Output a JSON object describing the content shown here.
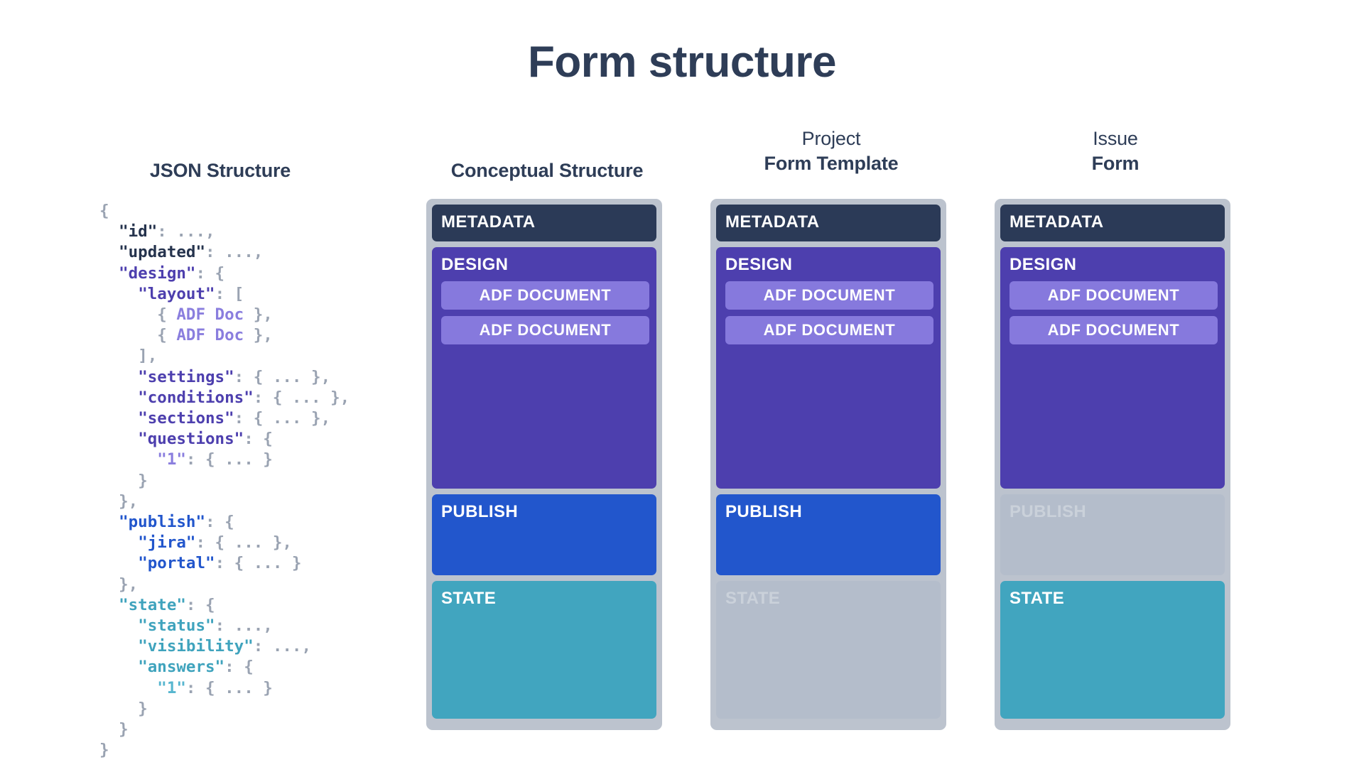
{
  "page": {
    "title": "Form structure"
  },
  "columns": {
    "json": {
      "sup": "",
      "main": "JSON Structure"
    },
    "conceptual": {
      "sup": "",
      "main": "Conceptual Structure"
    },
    "project": {
      "sup": "Project",
      "main": "Form Template"
    },
    "issue": {
      "sup": "Issue",
      "main": "Form"
    }
  },
  "json_code": {
    "lines": [
      {
        "indent": 0,
        "parts": [
          {
            "t": "{",
            "c": "punc"
          }
        ]
      },
      {
        "indent": 1,
        "parts": [
          {
            "t": "\"id\"",
            "c": "k-meta"
          },
          {
            "t": ": ...,",
            "c": "punc"
          }
        ]
      },
      {
        "indent": 1,
        "parts": [
          {
            "t": "\"updated\"",
            "c": "k-meta"
          },
          {
            "t": ": ...,",
            "c": "punc"
          }
        ]
      },
      {
        "indent": 1,
        "parts": [
          {
            "t": "\"design\"",
            "c": "k-design"
          },
          {
            "t": ": {",
            "c": "punc"
          }
        ]
      },
      {
        "indent": 2,
        "parts": [
          {
            "t": "\"layout\"",
            "c": "k-design"
          },
          {
            "t": ": [",
            "c": "punc"
          }
        ]
      },
      {
        "indent": 3,
        "parts": [
          {
            "t": "{ ",
            "c": "punc"
          },
          {
            "t": "ADF Doc",
            "c": "k-adf"
          },
          {
            "t": " },",
            "c": "punc"
          }
        ]
      },
      {
        "indent": 3,
        "parts": [
          {
            "t": "{ ",
            "c": "punc"
          },
          {
            "t": "ADF Doc",
            "c": "k-adf"
          },
          {
            "t": " },",
            "c": "punc"
          }
        ]
      },
      {
        "indent": 2,
        "parts": [
          {
            "t": "],",
            "c": "punc"
          }
        ]
      },
      {
        "indent": 2,
        "parts": [
          {
            "t": "\"settings\"",
            "c": "k-design"
          },
          {
            "t": ": { ... },",
            "c": "punc"
          }
        ]
      },
      {
        "indent": 2,
        "parts": [
          {
            "t": "\"conditions\"",
            "c": "k-design"
          },
          {
            "t": ": { ... },",
            "c": "punc"
          }
        ]
      },
      {
        "indent": 2,
        "parts": [
          {
            "t": "\"sections\"",
            "c": "k-design"
          },
          {
            "t": ": { ... },",
            "c": "punc"
          }
        ]
      },
      {
        "indent": 2,
        "parts": [
          {
            "t": "\"questions\"",
            "c": "k-design"
          },
          {
            "t": ": {",
            "c": "punc"
          }
        ]
      },
      {
        "indent": 3,
        "parts": [
          {
            "t": "\"1\"",
            "c": "k-adf"
          },
          {
            "t": ": { ... }",
            "c": "punc"
          }
        ]
      },
      {
        "indent": 2,
        "parts": [
          {
            "t": "}",
            "c": "punc"
          }
        ]
      },
      {
        "indent": 1,
        "parts": [
          {
            "t": "},",
            "c": "punc"
          }
        ]
      },
      {
        "indent": 1,
        "parts": [
          {
            "t": "\"publish\"",
            "c": "k-publish"
          },
          {
            "t": ": {",
            "c": "punc"
          }
        ]
      },
      {
        "indent": 2,
        "parts": [
          {
            "t": "\"jira\"",
            "c": "k-publish"
          },
          {
            "t": ": { ... },",
            "c": "punc"
          }
        ]
      },
      {
        "indent": 2,
        "parts": [
          {
            "t": "\"portal\"",
            "c": "k-publish"
          },
          {
            "t": ": { ... }",
            "c": "punc"
          }
        ]
      },
      {
        "indent": 1,
        "parts": [
          {
            "t": "},",
            "c": "punc"
          }
        ]
      },
      {
        "indent": 1,
        "parts": [
          {
            "t": "\"state\"",
            "c": "k-state"
          },
          {
            "t": ": {",
            "c": "punc"
          }
        ]
      },
      {
        "indent": 2,
        "parts": [
          {
            "t": "\"status\"",
            "c": "k-state"
          },
          {
            "t": ": ...,",
            "c": "punc"
          }
        ]
      },
      {
        "indent": 2,
        "parts": [
          {
            "t": "\"visibility\"",
            "c": "k-state"
          },
          {
            "t": ": ...,",
            "c": "punc"
          }
        ]
      },
      {
        "indent": 2,
        "parts": [
          {
            "t": "\"answers\"",
            "c": "k-state"
          },
          {
            "t": ": {",
            "c": "punc"
          }
        ]
      },
      {
        "indent": 3,
        "parts": [
          {
            "t": "\"1\"",
            "c": "k-state-lt"
          },
          {
            "t": ": { ... }",
            "c": "punc"
          }
        ]
      },
      {
        "indent": 2,
        "parts": [
          {
            "t": "}",
            "c": "punc"
          }
        ]
      },
      {
        "indent": 1,
        "parts": [
          {
            "t": "}",
            "c": "punc"
          }
        ]
      },
      {
        "indent": 0,
        "parts": [
          {
            "t": "}",
            "c": "punc"
          }
        ]
      }
    ]
  },
  "cards": {
    "conceptual": {
      "metadata": {
        "label": "METADATA",
        "enabled": true
      },
      "design": {
        "label": "DESIGN",
        "enabled": true,
        "chips": [
          "ADF DOCUMENT",
          "ADF DOCUMENT"
        ]
      },
      "publish": {
        "label": "PUBLISH",
        "enabled": true
      },
      "state": {
        "label": "STATE",
        "enabled": true
      }
    },
    "project": {
      "metadata": {
        "label": "METADATA",
        "enabled": true
      },
      "design": {
        "label": "DESIGN",
        "enabled": true,
        "chips": [
          "ADF DOCUMENT",
          "ADF DOCUMENT"
        ]
      },
      "publish": {
        "label": "PUBLISH",
        "enabled": true
      },
      "state": {
        "label": "STATE",
        "enabled": false
      }
    },
    "issue": {
      "metadata": {
        "label": "METADATA",
        "enabled": true
      },
      "design": {
        "label": "DESIGN",
        "enabled": true,
        "chips": [
          "ADF DOCUMENT",
          "ADF DOCUMENT"
        ]
      },
      "publish": {
        "label": "PUBLISH",
        "enabled": false
      },
      "state": {
        "label": "STATE",
        "enabled": true
      }
    }
  },
  "colors": {
    "title": "#2e3d57",
    "metadata": "#2b3a57",
    "design": "#4d3fae",
    "adf_chip": "#8679dd",
    "publish": "#2256cc",
    "state": "#41a5bf",
    "card_frame": "#bcc3ce",
    "disabled": "#b4bdcb",
    "background": "#ffffff"
  }
}
